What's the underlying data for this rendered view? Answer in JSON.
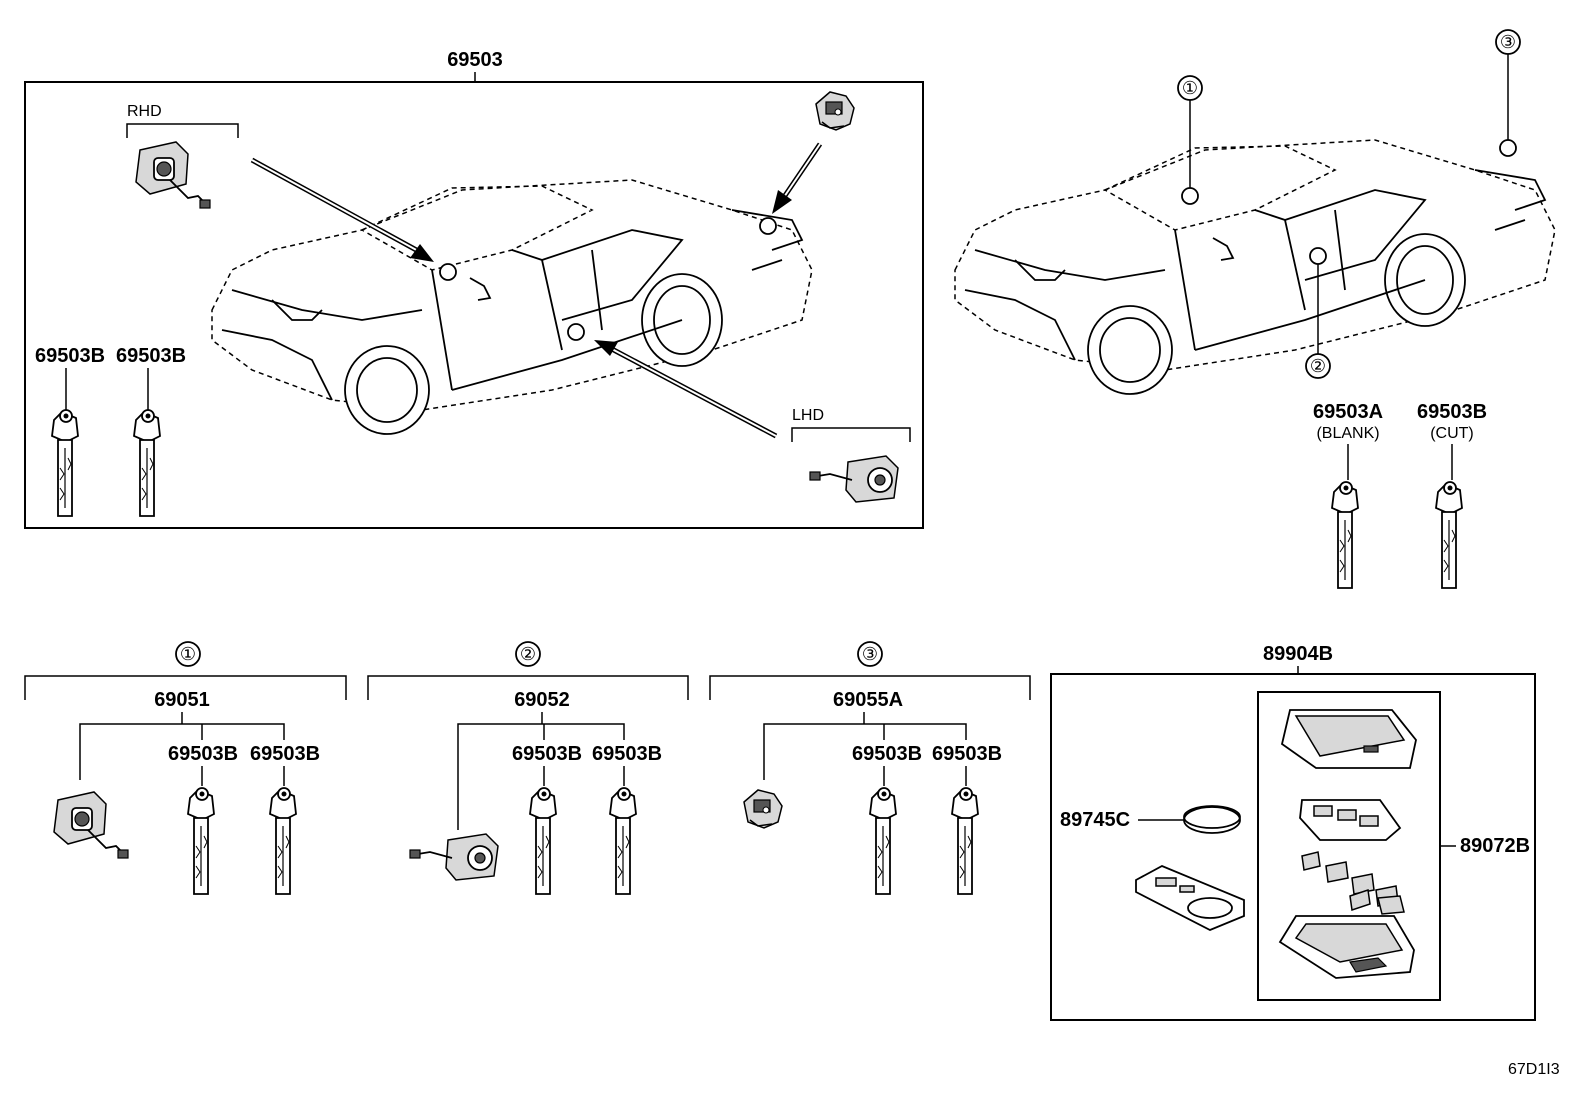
{
  "diagram": {
    "main_part": "69503",
    "rhd": "RHD",
    "lhd": "LHD",
    "key_left_1": "69503B",
    "key_left_2": "69503B",
    "right_key_a": "69503A",
    "right_key_a_note": "(BLANK)",
    "right_key_b": "69503B",
    "right_key_b_note": "(CUT)",
    "callout_1": "①",
    "callout_2": "②",
    "callout_3": "③",
    "group1_part": "69051",
    "group1_key_a": "69503B",
    "group1_key_b": "69503B",
    "group2_part": "69052",
    "group2_key_a": "69503B",
    "group2_key_b": "69503B",
    "group3_part": "69055A",
    "group3_key_a": "69503B",
    "group3_key_b": "69503B",
    "fob_part": "89904B",
    "battery_part": "89745C",
    "case_part": "89072B",
    "figure_code": "67D1I3"
  }
}
